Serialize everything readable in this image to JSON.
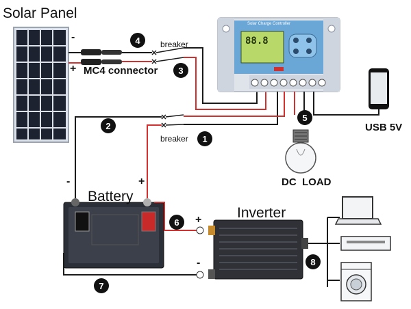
{
  "labels": {
    "solar_panel": "Solar Panel",
    "mc4_connector": "MC4 connector",
    "breaker_top": "breaker",
    "breaker_bottom": "breaker",
    "usb": "USB 5V",
    "dc_load": "DC  LOAD",
    "battery": "Battery",
    "inverter": "Inverter"
  },
  "signs": {
    "panel_minus": "-",
    "panel_plus": "+",
    "battery_minus": "-",
    "battery_plus": "+",
    "inverter_plus": "+",
    "inverter_minus": "-"
  },
  "steps": [
    "1",
    "2",
    "3",
    "4",
    "5",
    "6",
    "7",
    "8"
  ],
  "controller": {
    "title": "Solar Charge Controller",
    "lcd_value": "88.8"
  },
  "colors": {
    "wire_black": "#1a1a1a",
    "wire_red": "#d0302e",
    "panel_cell": "#1c2230",
    "controller_body": "#dfe3ea",
    "controller_screen": "#b8d86a"
  }
}
